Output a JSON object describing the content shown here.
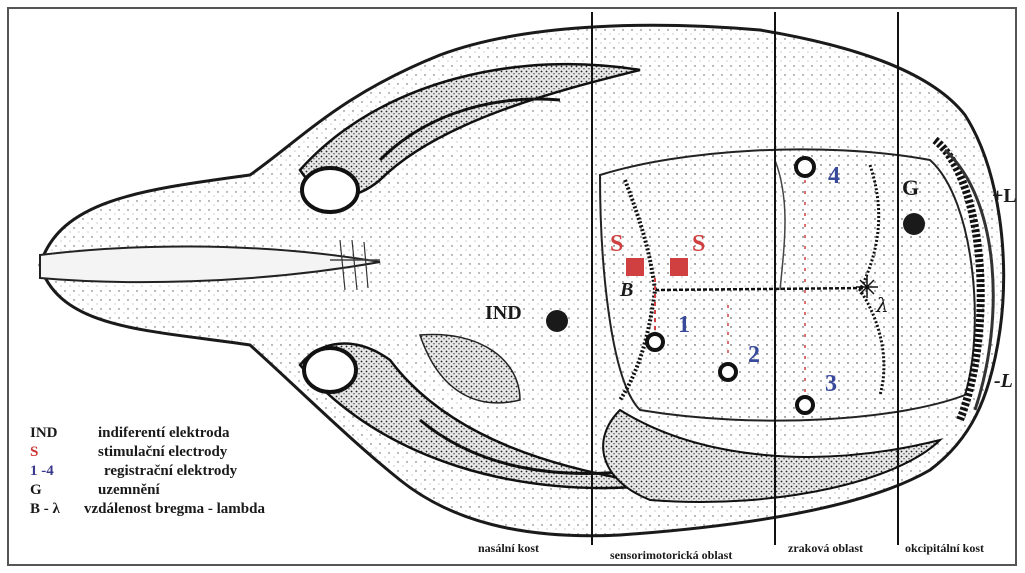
{
  "figure": {
    "markers": {
      "ind": "IND",
      "stim_left": "S",
      "stim_right": "S",
      "rec1": "1",
      "rec2": "2",
      "rec3": "3",
      "rec4": "4",
      "ground": "G",
      "bregma": "B",
      "lambda": "λ",
      "plus_l": "+L",
      "minus_l": "-L"
    },
    "regions": {
      "nasal": "nasální kost",
      "sensorimotor": "sensorimotorická oblast",
      "visual": "zraková oblast",
      "occipital": "okcipitální kost"
    },
    "legend": [
      {
        "key": "IND",
        "text": "indiferentí elektroda",
        "key_color": "#1a1a1a"
      },
      {
        "key": "S",
        "text": "stimulační electrody",
        "key_color": "#cc3333"
      },
      {
        "key": "1 -4",
        "text": "registrační elektrody",
        "key_color": "#3a3a8c"
      },
      {
        "key": "G",
        "text": "uzemnění",
        "key_color": "#1a1a1a"
      },
      {
        "key": "B - λ",
        "text": "vzdálenost bregma - lambda",
        "key_color": "#1a1a1a"
      }
    ],
    "colors": {
      "stim": "#d04040",
      "rec_number": "#3a4a9a",
      "ink": "#1a1a1a"
    }
  }
}
